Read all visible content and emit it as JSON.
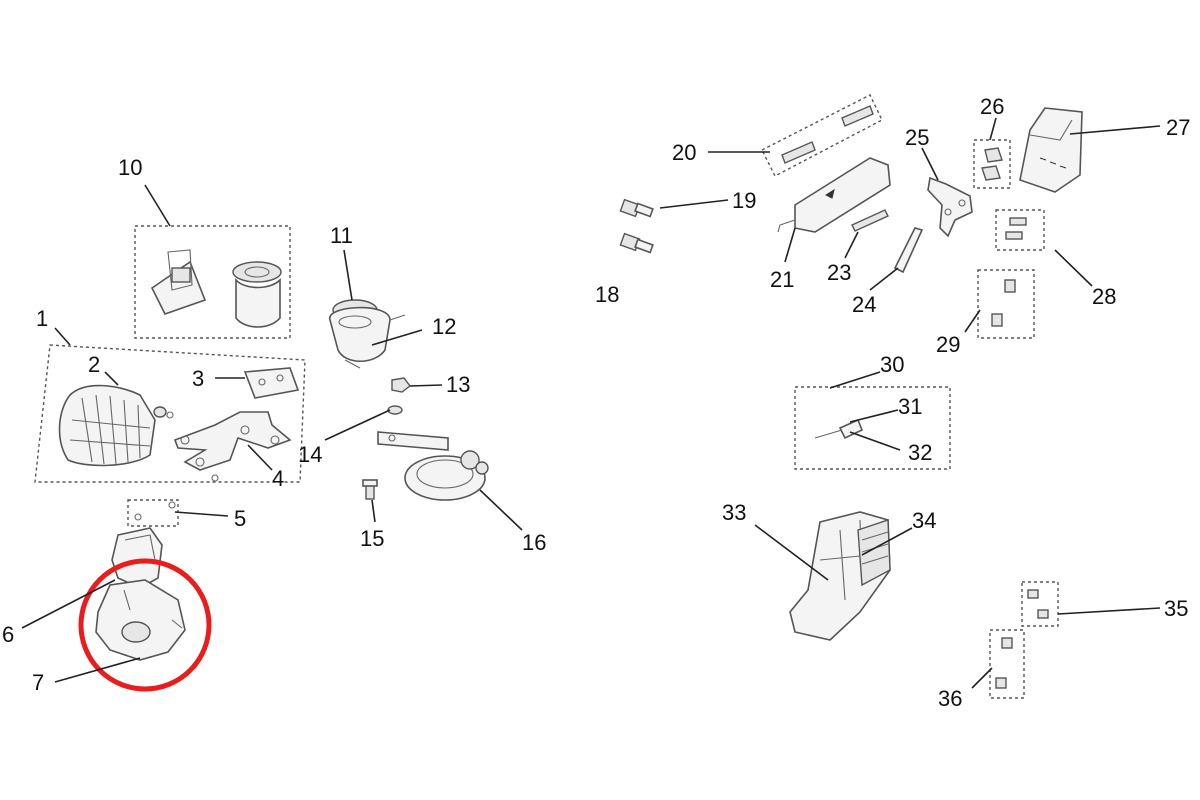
{
  "diagram": {
    "highlight_color": "#ea1d1d",
    "callouts": [
      {
        "id": "c1",
        "text": "1"
      },
      {
        "id": "c2",
        "text": "2"
      },
      {
        "id": "c3",
        "text": "3"
      },
      {
        "id": "c4",
        "text": "4"
      },
      {
        "id": "c5",
        "text": "5"
      },
      {
        "id": "c6",
        "text": "6"
      },
      {
        "id": "c7",
        "text": "7"
      },
      {
        "id": "c10",
        "text": "10"
      },
      {
        "id": "c11",
        "text": "11"
      },
      {
        "id": "c12",
        "text": "12"
      },
      {
        "id": "c13",
        "text": "13"
      },
      {
        "id": "c14",
        "text": "14"
      },
      {
        "id": "c15",
        "text": "15"
      },
      {
        "id": "c16",
        "text": "16"
      },
      {
        "id": "c18",
        "text": "18"
      },
      {
        "id": "c19",
        "text": "19"
      },
      {
        "id": "c20",
        "text": "20"
      },
      {
        "id": "c21",
        "text": "21"
      },
      {
        "id": "c23",
        "text": "23"
      },
      {
        "id": "c24",
        "text": "24"
      },
      {
        "id": "c25",
        "text": "25"
      },
      {
        "id": "c26",
        "text": "26"
      },
      {
        "id": "c27",
        "text": "27"
      },
      {
        "id": "c28",
        "text": "28"
      },
      {
        "id": "c29",
        "text": "29"
      },
      {
        "id": "c30",
        "text": "30"
      },
      {
        "id": "c31",
        "text": "31"
      },
      {
        "id": "c32",
        "text": "32"
      },
      {
        "id": "c33",
        "text": "33"
      },
      {
        "id": "c34",
        "text": "34"
      },
      {
        "id": "c35",
        "text": "35"
      },
      {
        "id": "c36",
        "text": "36"
      }
    ]
  }
}
